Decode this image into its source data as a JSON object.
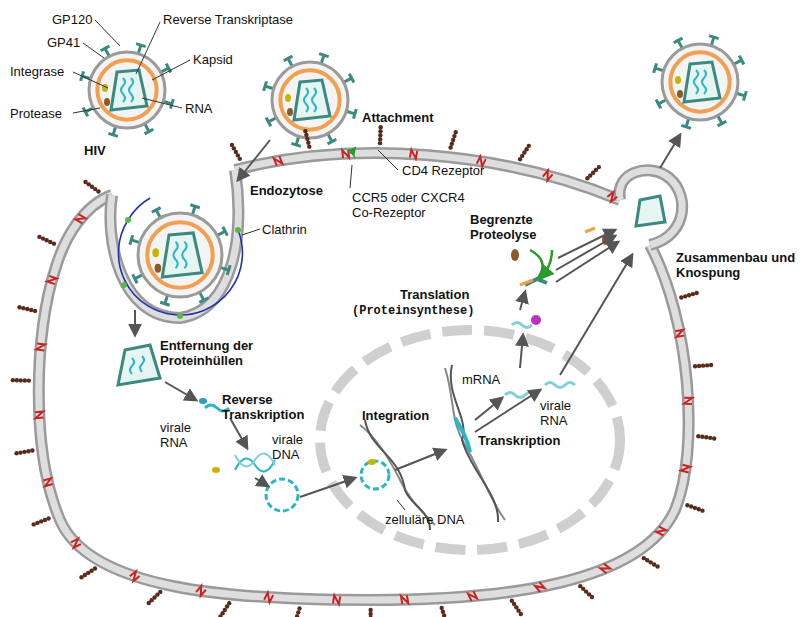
{
  "diagram": {
    "labels": [
      "GP120",
      "GP41",
      "Reverse Transkriptase",
      "Integrase",
      "Kapsid",
      "Protease",
      "RNA",
      "HIV",
      "Attachment",
      "CD4 Rezeptor",
      "CCR5 oder CXCR4 Co-Rezeptor",
      "Endozytose",
      "Clathrin",
      "Begrenzte Proteolyse",
      "Zusammenbau und Knospung",
      "Translation",
      "(Proteinsynthese)",
      "Entfernung der Proteinhüllen",
      "Reverse Transkription",
      "virale RNA",
      "virale DNA",
      "Integration",
      "mRNA",
      "virale RNA",
      "Transkription",
      "zelluläre DNA"
    ]
  }
}
